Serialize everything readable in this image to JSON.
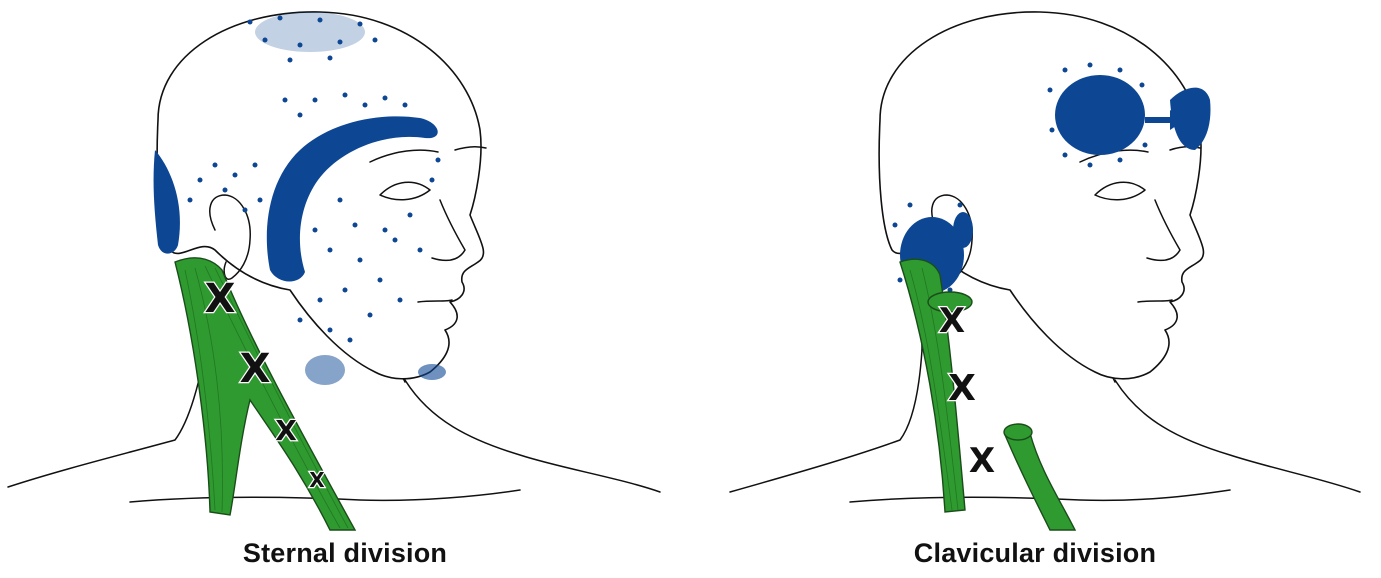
{
  "panels": [
    {
      "caption": "Sternal division"
    },
    {
      "caption": "Clavicular division"
    }
  ],
  "colors": {
    "referred_pain": "#0d4794",
    "muscle": "#2f9a2f",
    "outline": "#111111"
  },
  "marks": {
    "symbol": "X",
    "sternal_count": 4,
    "clavicular_count": 3
  }
}
